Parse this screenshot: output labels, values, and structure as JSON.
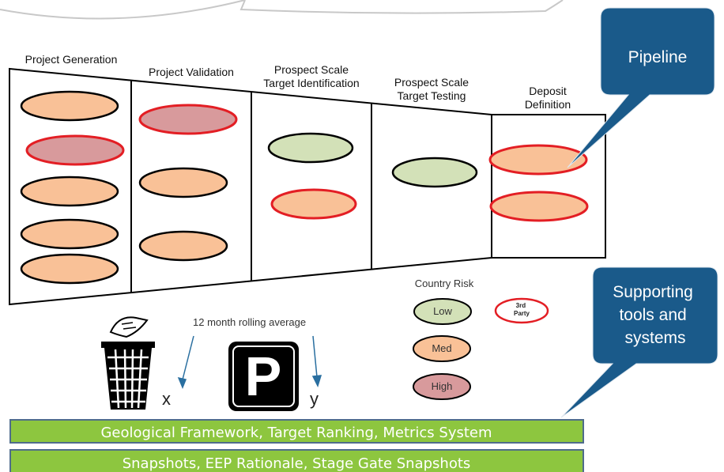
{
  "stages": [
    {
      "label_lines": [
        "Project Generation"
      ]
    },
    {
      "label_lines": [
        "Project Validation"
      ]
    },
    {
      "label_lines": [
        "Prospect Scale",
        "Target Identification"
      ]
    },
    {
      "label_lines": [
        "Prospect Scale",
        "Target Testing"
      ]
    },
    {
      "label_lines": [
        "Deposit",
        "Definition"
      ]
    }
  ],
  "legend": {
    "title": "Country Risk",
    "low": "Low",
    "med": "Med",
    "high": "High",
    "third_party_lines": [
      "3rd",
      "Party"
    ]
  },
  "rolling_average": "12 month rolling average",
  "x_label": "x",
  "y_label": "y",
  "parking_letter": "P",
  "callouts": {
    "pipeline": "Pipeline",
    "supporting_lines": [
      "Supporting",
      "tools and",
      "systems"
    ]
  },
  "bars": [
    "Geological Framework, Target Ranking, Metrics System",
    "Snapshots, EEP Rationale, Stage Gate Snapshots"
  ],
  "colors": {
    "med_fill": "#f9c197",
    "low_fill": "#d3e1b8",
    "high_fill": "#d89a9c",
    "third_party_border": "#e31e24",
    "callout_fill": "#1a5a8a",
    "bar_fill": "#8dc63f"
  }
}
